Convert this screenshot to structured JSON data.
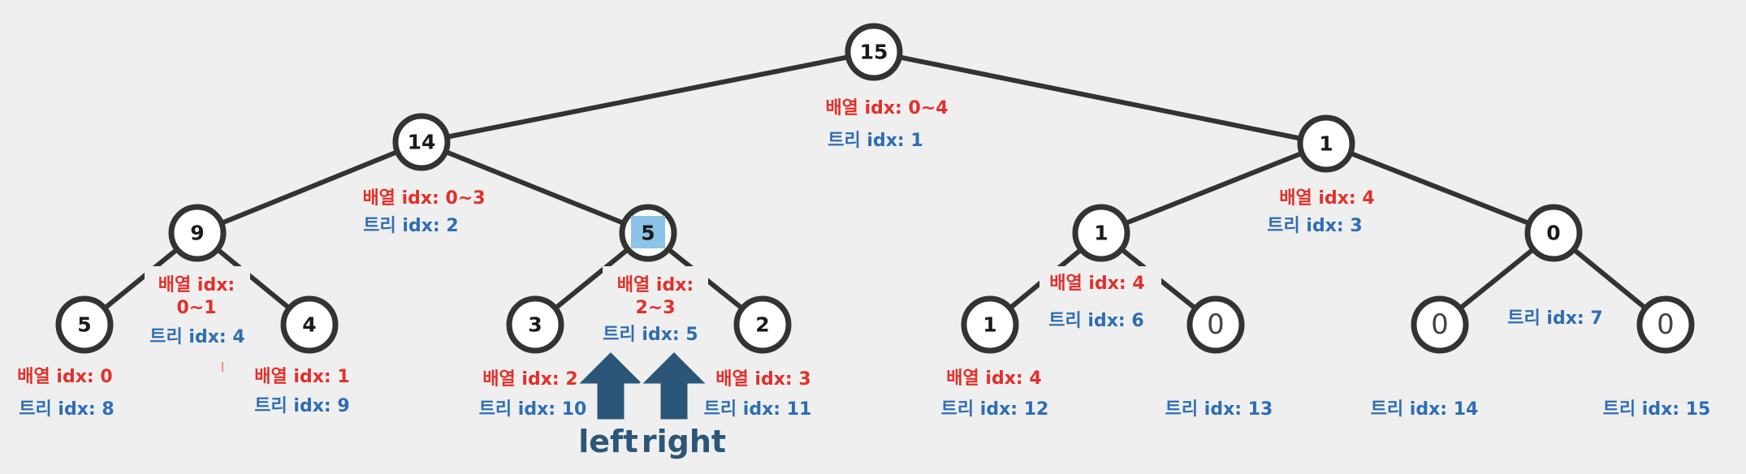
{
  "label_prefix": {
    "array": "배열 idx: ",
    "tree": "트리 idx: "
  },
  "pointers": {
    "left": "left",
    "right": "right"
  },
  "colors": {
    "array_label": "#e1302a",
    "tree_label": "#2e6db4",
    "node_stroke": "#333333",
    "highlight": "#8cc3e8",
    "pointer_arrow": "#2c5677"
  },
  "nodes": [
    {
      "tree_idx": 1,
      "value": "15",
      "array_range": "0~4"
    },
    {
      "tree_idx": 2,
      "value": "14",
      "array_range": "0~3"
    },
    {
      "tree_idx": 3,
      "value": "1",
      "array_range": "4"
    },
    {
      "tree_idx": 4,
      "value": "9",
      "array_range": "0~1"
    },
    {
      "tree_idx": 5,
      "value": "5",
      "array_range": "2~3",
      "highlighted": true
    },
    {
      "tree_idx": 6,
      "value": "1",
      "array_range": "4"
    },
    {
      "tree_idx": 7,
      "value": "0",
      "array_range": ""
    },
    {
      "tree_idx": 8,
      "value": "5",
      "array_range": "0"
    },
    {
      "tree_idx": 9,
      "value": "4",
      "array_range": "1"
    },
    {
      "tree_idx": 10,
      "value": "3",
      "array_range": "2"
    },
    {
      "tree_idx": 11,
      "value": "2",
      "array_range": "3"
    },
    {
      "tree_idx": 12,
      "value": "1",
      "array_range": "4"
    },
    {
      "tree_idx": 13,
      "value": "0",
      "array_range": ""
    },
    {
      "tree_idx": 14,
      "value": "0",
      "array_range": ""
    },
    {
      "tree_idx": 15,
      "value": "0",
      "array_range": ""
    }
  ]
}
